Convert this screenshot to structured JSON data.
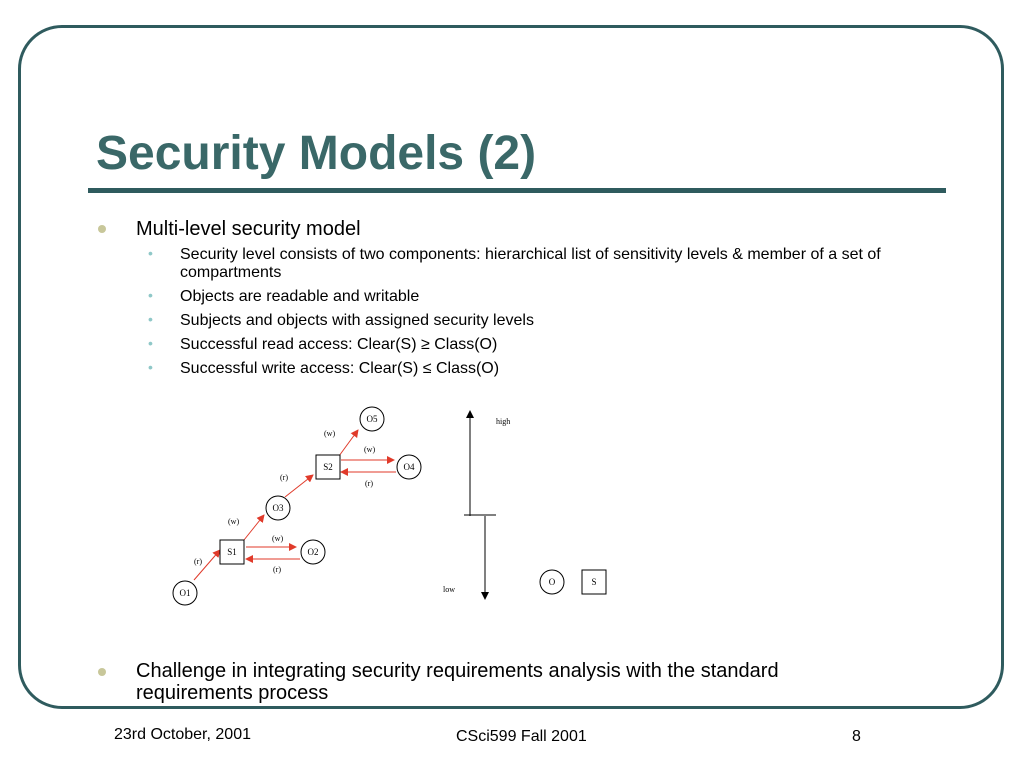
{
  "slide": {
    "title": "Security Models (2)",
    "bullets": [
      {
        "text": "Multi-level security model",
        "subbullets": [
          "Security level consists of two components: hierarchical list of sensitivity levels & member of a set of compartments",
          "Objects are readable and writable",
          "Subjects and objects with assigned security levels",
          "Successful read access: Clear(S) ≥ Class(O)",
          "Successful write access: Clear(S) ≤ Class(O)"
        ]
      },
      {
        "text": "Challenge in integrating security requirements analysis with the standard requirements process"
      }
    ],
    "footer": {
      "date": "23rd October, 2001",
      "course": "CSci599 Fall 2001",
      "page": "8"
    }
  },
  "diagram": {
    "nodes": {
      "o1": "O1",
      "s1": "S1",
      "o2": "O2",
      "o3": "O3",
      "s2": "S2",
      "o4": "O4",
      "o5": "O5"
    },
    "edge_labels": {
      "o1_s1": "(r)",
      "s1_o3": "(w)",
      "s1_o2": "(w)",
      "o2_s1": "(r)",
      "o3_s2": "(r)",
      "s2_o5": "(w)",
      "s2_o4": "(w)",
      "o4_s2": "(r)"
    },
    "scale": {
      "high": "high",
      "low": "low"
    },
    "legend": {
      "object": "O",
      "subject": "S"
    },
    "colors": {
      "arrow": "#e03a2a",
      "stroke": "#000000"
    }
  }
}
